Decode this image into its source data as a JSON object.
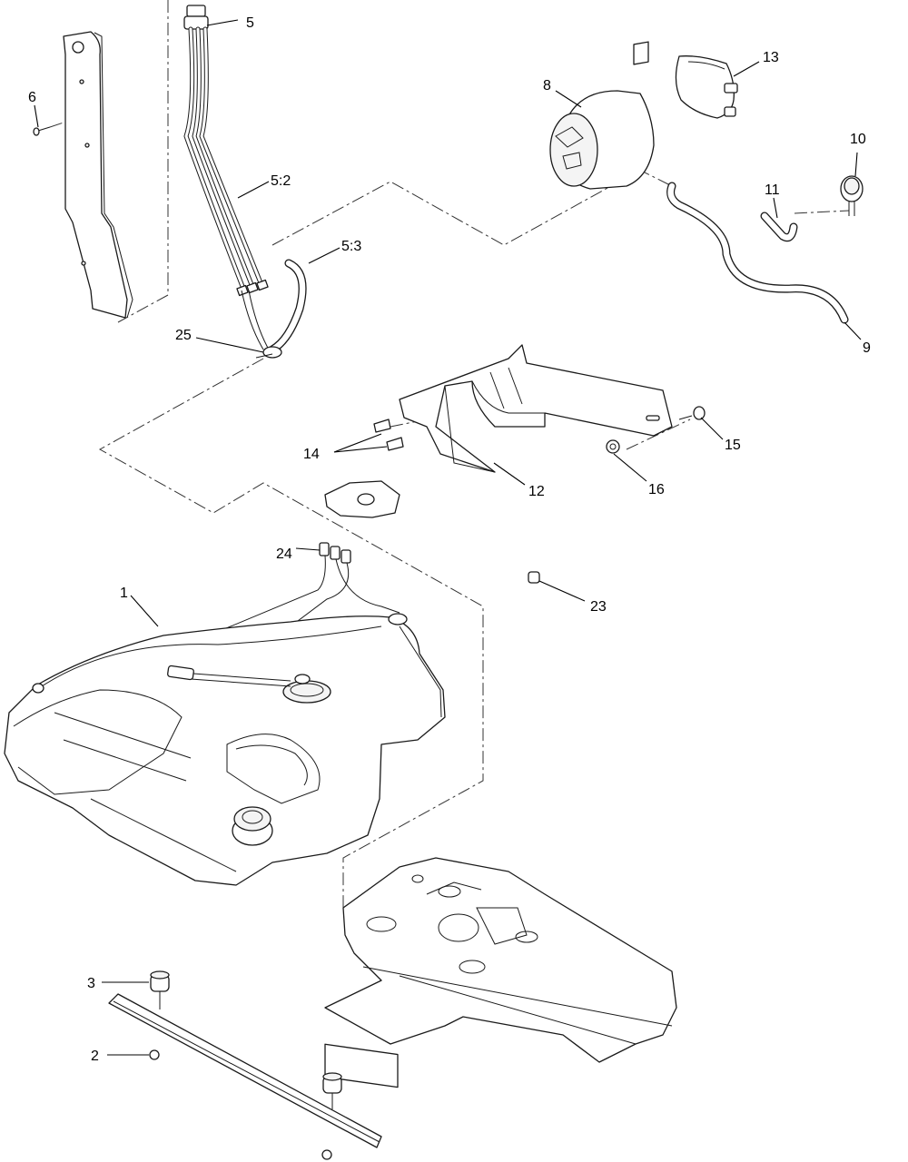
{
  "diagram": {
    "callouts": [
      {
        "id": "c1",
        "label": "1"
      },
      {
        "id": "c2",
        "label": "2"
      },
      {
        "id": "c3",
        "label": "3"
      },
      {
        "id": "c5",
        "label": "5"
      },
      {
        "id": "c52",
        "label": "5:2"
      },
      {
        "id": "c53",
        "label": "5:3"
      },
      {
        "id": "c6",
        "label": "6"
      },
      {
        "id": "c8",
        "label": "8"
      },
      {
        "id": "c9",
        "label": "9"
      },
      {
        "id": "c10",
        "label": "10"
      },
      {
        "id": "c11",
        "label": "11"
      },
      {
        "id": "c12",
        "label": "12"
      },
      {
        "id": "c13",
        "label": "13"
      },
      {
        "id": "c14",
        "label": "14"
      },
      {
        "id": "c15",
        "label": "15"
      },
      {
        "id": "c16",
        "label": "16"
      },
      {
        "id": "c23",
        "label": "23"
      },
      {
        "id": "c24",
        "label": "24"
      },
      {
        "id": "c25",
        "label": "25"
      }
    ],
    "line_color": "#1a1a1a",
    "background": "#ffffff"
  }
}
